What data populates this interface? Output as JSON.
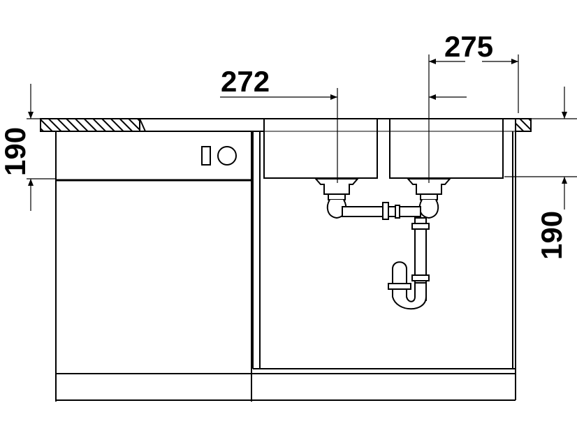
{
  "dimensions": {
    "left_height": "190",
    "right_height": "190",
    "left_bowl_offset": "272",
    "right_bowl_offset": "275"
  },
  "colors": {
    "line": "#000000",
    "background": "#ffffff"
  }
}
